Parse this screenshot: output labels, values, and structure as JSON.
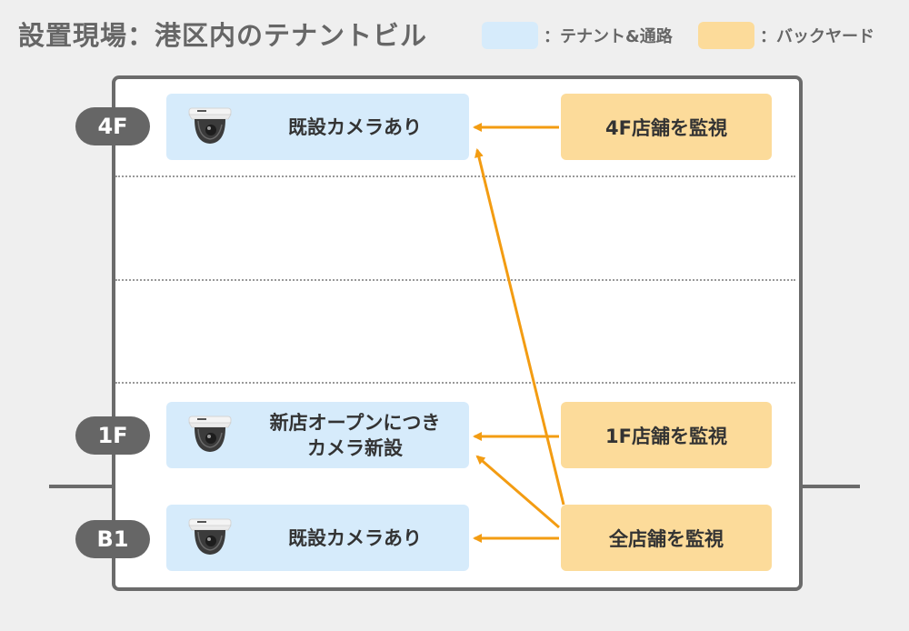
{
  "title": "設置現場：港区内のテナントビル",
  "legend": {
    "tenant_label": "：テナント&通路",
    "backyard_label": "：バックヤード",
    "tenant_color": "#d6ebfb",
    "backyard_color": "#fcdb9a"
  },
  "floors": {
    "f4": {
      "badge": "4F",
      "tenant_line1": "既設カメラあり",
      "backyard": "4F店舗を監視",
      "camera_icon": "dome-camera-icon"
    },
    "f1": {
      "badge": "1F",
      "tenant_line1": "新店オープンにつき",
      "tenant_line2": "カメラ新設",
      "backyard": "1F店舗を監視",
      "camera_icon": "dome-camera-icon"
    },
    "b1": {
      "badge": "B1",
      "tenant_line1": "既設カメラあり",
      "backyard": "全店舗を監視",
      "camera_icon": "dome-camera-icon"
    }
  },
  "colors": {
    "arrow": "#f39c12",
    "wall": "#6b6b6b",
    "badge": "#666666"
  }
}
